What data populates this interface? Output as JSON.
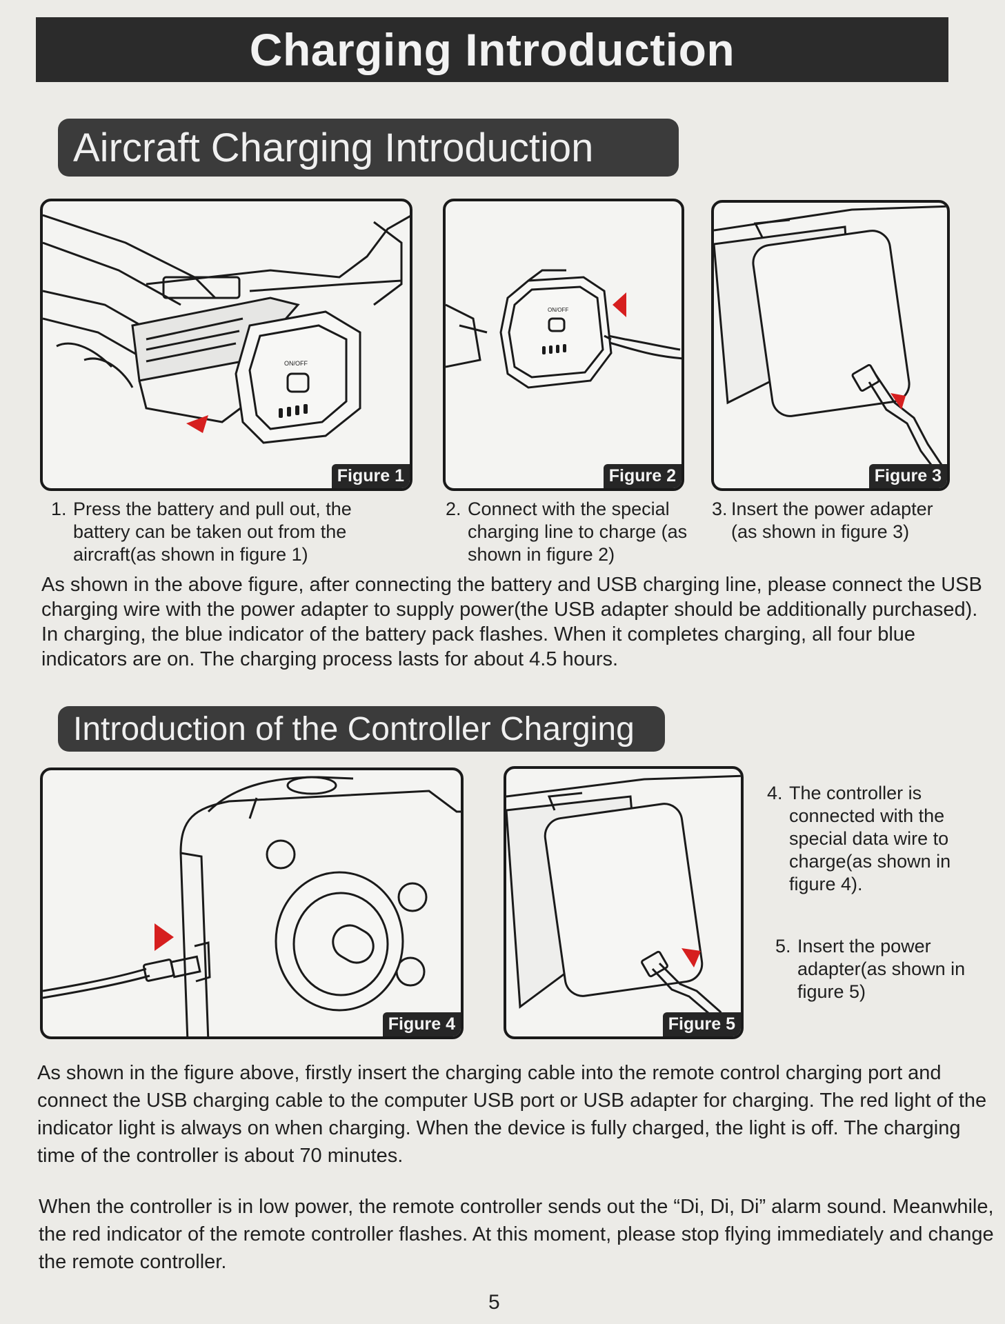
{
  "header": {
    "title": "Charging Introduction"
  },
  "section1": {
    "title": "Aircraft Charging Introduction",
    "figures": [
      {
        "label": "Figure 1"
      },
      {
        "label": "Figure 2"
      },
      {
        "label": "Figure 3"
      }
    ],
    "captions": [
      {
        "num": "1.",
        "text": "Press the battery and pull out, the battery can be taken out from the aircraft(as shown in figure 1)"
      },
      {
        "num": "2.",
        "text": "Connect with the special charging line to charge (as shown in figure 2)"
      },
      {
        "num": "3.",
        "text": "Insert the power adapter (as shown in figure 3)"
      }
    ],
    "paragraph": "As shown in the above figure, after connecting the battery and USB charging line, please connect the USB charging wire with the power adapter to supply power(the USB adapter should be additionally purchased). In charging, the blue indicator of the battery pack flashes. When it completes charging, all four blue indicators are on. The charging process lasts for about 4.5 hours.",
    "battery_switch_text": "ON/OFF"
  },
  "section2": {
    "title": "Introduction of the Controller Charging",
    "figures": [
      {
        "label": "Figure 4"
      },
      {
        "label": "Figure 5"
      }
    ],
    "captions": [
      {
        "num": "4.",
        "text": "The controller is connected with the special data wire to charge(as shown in figure 4)."
      },
      {
        "num": "5.",
        "text": "Insert the power adapter(as shown in figure 5)"
      }
    ],
    "paragraph1": "As shown in the figure above, firstly insert the charging cable into the remote control charging port and connect the USB charging cable to the computer USB port or USB adapter for charging. The red light of the indicator light is always on when charging. When the device is fully charged, the light is off. The charging time of the controller is about 70 minutes.",
    "paragraph2": "When the controller is in low power, the remote controller sends out the “Di, Di, Di” alarm sound. Meanwhile, the red indicator of the remote controller flashes. At this moment, please stop flying immediately and change the remote controller."
  },
  "page_number": "5",
  "colors": {
    "arrow": "#d61f1f",
    "header_bg": "#2b2b2b",
    "section_bg": "#3b3b3b"
  }
}
